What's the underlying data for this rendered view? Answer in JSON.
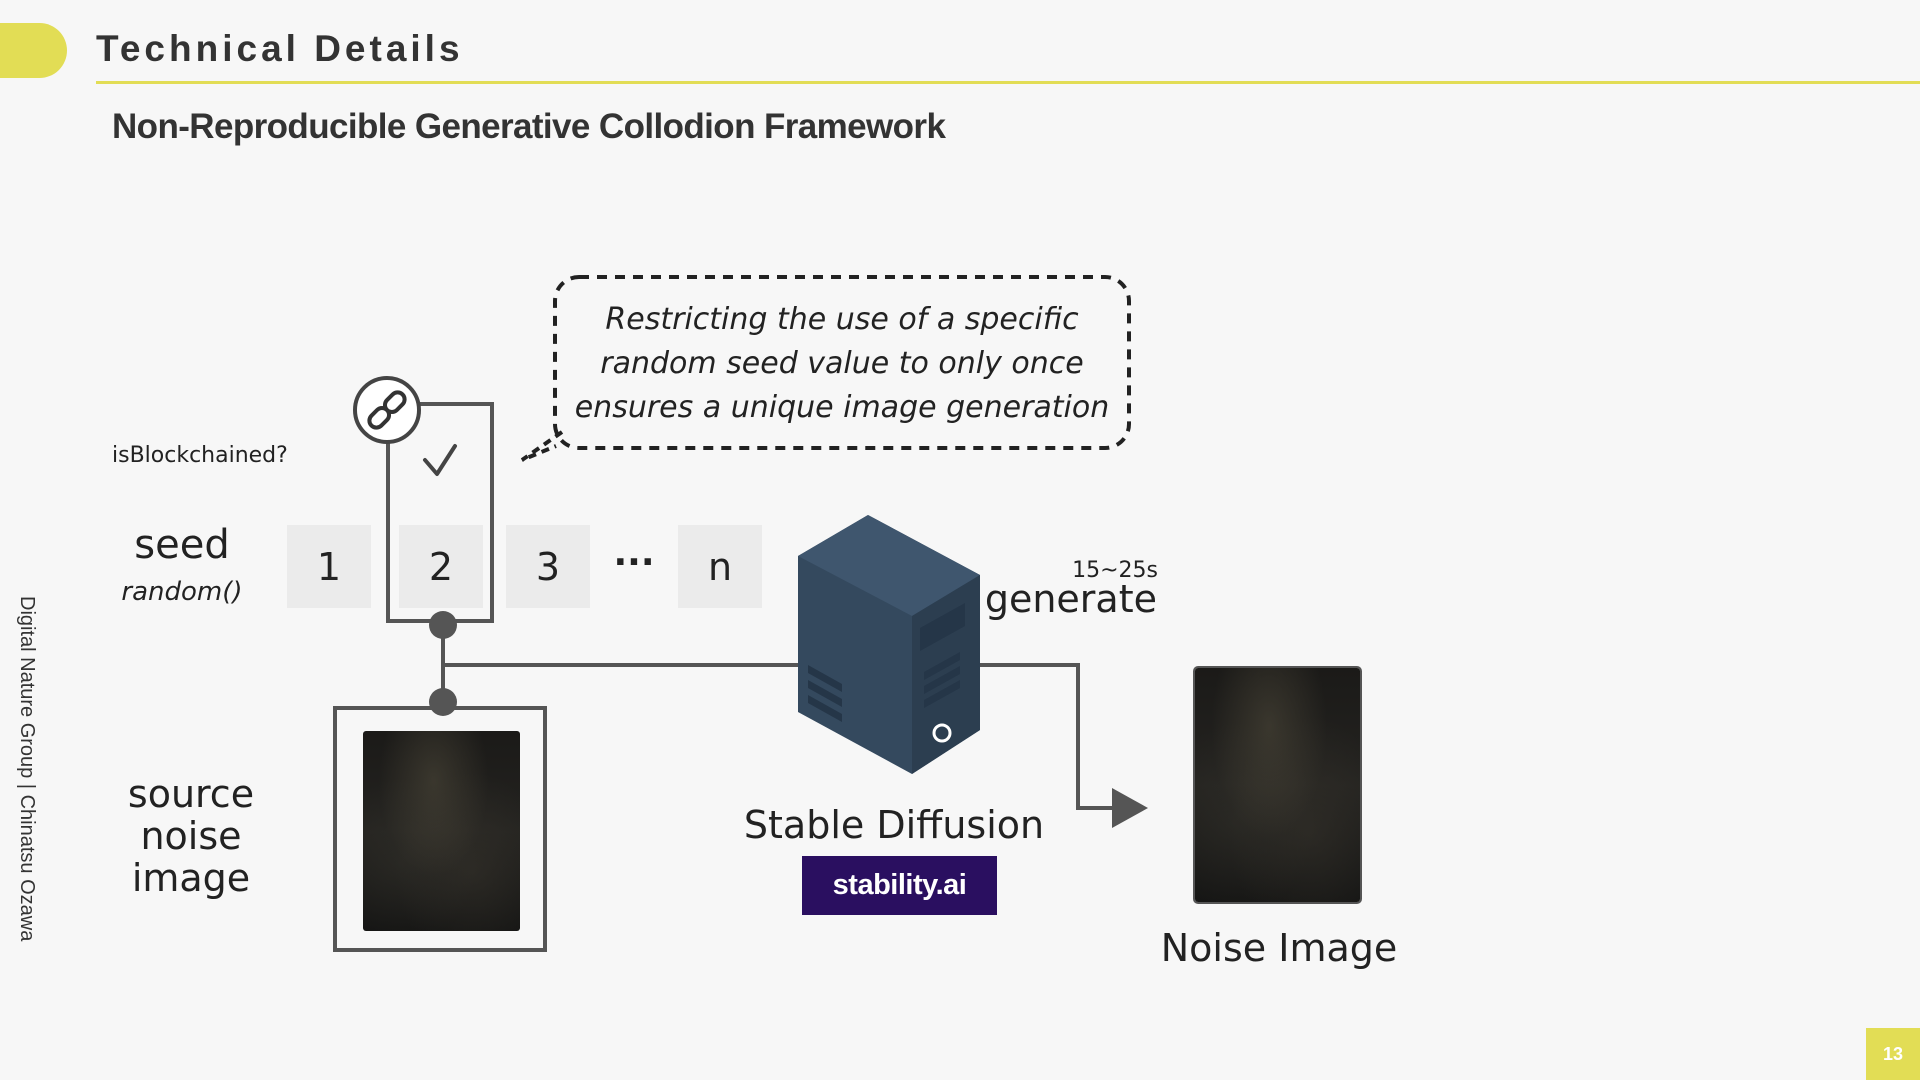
{
  "header": {
    "title": "Technical Details",
    "subtitle": "Non-Reproducible Generative Collodion Framework"
  },
  "sidebar_text": "Digital Nature Group | Chinatsu Ozawa",
  "page_number": "13",
  "diagram": {
    "callout_lines": [
      "Restricting the use of a specific",
      "random seed value to only once",
      "ensures a unique image generation"
    ],
    "is_blockchained_label": "isBlockchained?",
    "seed_label": "seed",
    "seed_sublabel": "random()",
    "seed_boxes": [
      "1",
      "2",
      "3",
      "n"
    ],
    "ellipsis": "···",
    "source_label_lines": [
      "source",
      "noise",
      "image"
    ],
    "generate_time": "15~25s",
    "generate_label": "generate",
    "model_label": "Stable Diffusion",
    "logo_text": "stability.ai",
    "output_label": "Noise Image"
  },
  "colors": {
    "accent": "#e2dd55",
    "server_body": "#34495e",
    "logo_bg": "#2a0f60",
    "line": "#555555"
  }
}
